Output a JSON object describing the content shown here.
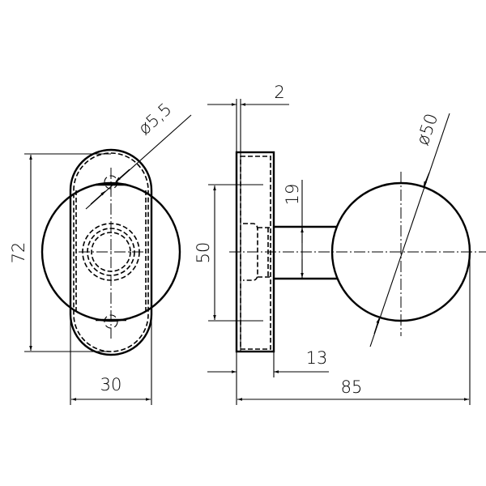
{
  "drawing": {
    "dimensions": {
      "height_rosette": "72",
      "width_rosette": "30",
      "screw_hole_diameter": "ø5,5",
      "plate_thickness": "2",
      "rosette_diameter": "50",
      "stem_diameter": "19",
      "rosette_depth": "13",
      "total_length": "85",
      "knob_diameter": "ø50"
    },
    "line_color": "#000000",
    "background_color": "#ffffff"
  }
}
